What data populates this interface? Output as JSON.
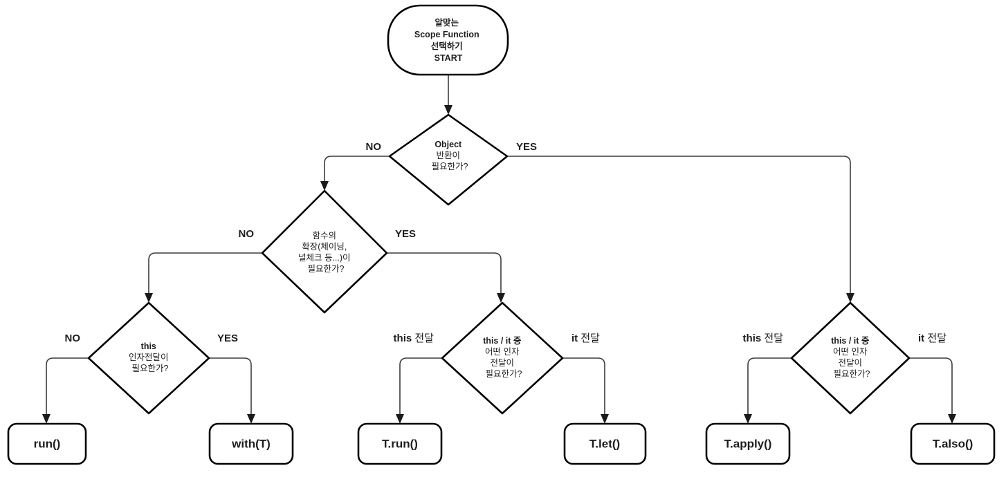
{
  "diagram": {
    "title": "Scope Function Selection Flowchart",
    "colors": {
      "background": "#ffffff",
      "shape_stroke": "#000000",
      "connector_stroke": "#3c3c3c",
      "text": "#1d1d1d"
    }
  },
  "nodes": {
    "start": {
      "shape": "terminal-rounded",
      "lines": [
        {
          "text": "알맞는",
          "bold": false
        },
        {
          "text": "Scope Function",
          "bold": true
        },
        {
          "text": "선택하기",
          "bold": false
        },
        {
          "text": "START",
          "bold": true
        }
      ]
    },
    "decision_object": {
      "shape": "diamond",
      "lines": [
        {
          "text": "Object",
          "bold": true
        },
        {
          "text": "반환이",
          "bold": false
        },
        {
          "text": "필요한가?",
          "bold": false
        }
      ]
    },
    "decision_chaining": {
      "shape": "diamond",
      "lines": [
        {
          "text": "함수의",
          "bold": false
        },
        {
          "text": "확장(체이닝,",
          "bold": false
        },
        {
          "text": "널체크 등...)이",
          "bold": false
        },
        {
          "text": "필요한가?",
          "bold": false
        }
      ]
    },
    "decision_this_arg": {
      "shape": "diamond",
      "lines": [
        {
          "text": "this",
          "bold": true
        },
        {
          "text": "인자전달이",
          "bold": false
        },
        {
          "text": "필요한가?",
          "bold": false
        }
      ]
    },
    "decision_this_it_mid": {
      "shape": "diamond",
      "lines": [
        {
          "text": "this / it 중",
          "bold": true
        },
        {
          "text": "어떤 인자",
          "bold": false
        },
        {
          "text": "전달이",
          "bold": false
        },
        {
          "text": "필요한가?",
          "bold": false
        }
      ]
    },
    "decision_this_it_right": {
      "shape": "diamond",
      "lines": [
        {
          "text": "this / it 중",
          "bold": true
        },
        {
          "text": "어떤 인자",
          "bold": false
        },
        {
          "text": "전달이",
          "bold": false
        },
        {
          "text": "필요한가?",
          "bold": false
        }
      ]
    },
    "result_run": {
      "shape": "rounded-rect",
      "label": "run()"
    },
    "result_with": {
      "shape": "rounded-rect",
      "label": "with(T)"
    },
    "result_t_run": {
      "shape": "rounded-rect",
      "label": "T.run()"
    },
    "result_t_let": {
      "shape": "rounded-rect",
      "label": "T.let()"
    },
    "result_t_apply": {
      "shape": "rounded-rect",
      "label": "T.apply()"
    },
    "result_t_also": {
      "shape": "rounded-rect",
      "label": "T.also()"
    }
  },
  "edge_labels": {
    "object_no": {
      "main": "NO",
      "suffix": ""
    },
    "object_yes": {
      "main": "YES",
      "suffix": ""
    },
    "chaining_no": {
      "main": "NO",
      "suffix": ""
    },
    "chaining_yes": {
      "main": "YES",
      "suffix": ""
    },
    "this_arg_no": {
      "main": "NO",
      "suffix": ""
    },
    "this_arg_yes": {
      "main": "YES",
      "suffix": ""
    },
    "mid_this": {
      "main": "this",
      "suffix": " 전달"
    },
    "mid_it": {
      "main": "it",
      "suffix": " 전달"
    },
    "right_this": {
      "main": "this",
      "suffix": " 전달"
    },
    "right_it": {
      "main": "it",
      "suffix": " 전달"
    }
  },
  "chart_data": {
    "type": "diagram",
    "diagram_type": "flowchart",
    "flow": [
      {
        "from": "start",
        "to": "decision_object",
        "label": ""
      },
      {
        "from": "decision_object",
        "to": "decision_chaining",
        "label": "NO"
      },
      {
        "from": "decision_object",
        "to": "decision_this_it_right",
        "label": "YES"
      },
      {
        "from": "decision_chaining",
        "to": "decision_this_arg",
        "label": "NO"
      },
      {
        "from": "decision_chaining",
        "to": "decision_this_it_mid",
        "label": "YES"
      },
      {
        "from": "decision_this_arg",
        "to": "result_run",
        "label": "NO"
      },
      {
        "from": "decision_this_arg",
        "to": "result_with",
        "label": "YES"
      },
      {
        "from": "decision_this_it_mid",
        "to": "result_t_run",
        "label": "this 전달"
      },
      {
        "from": "decision_this_it_mid",
        "to": "result_t_let",
        "label": "it 전달"
      },
      {
        "from": "decision_this_it_right",
        "to": "result_t_apply",
        "label": "this 전달"
      },
      {
        "from": "decision_this_it_right",
        "to": "result_t_also",
        "label": "it 전달"
      }
    ]
  }
}
